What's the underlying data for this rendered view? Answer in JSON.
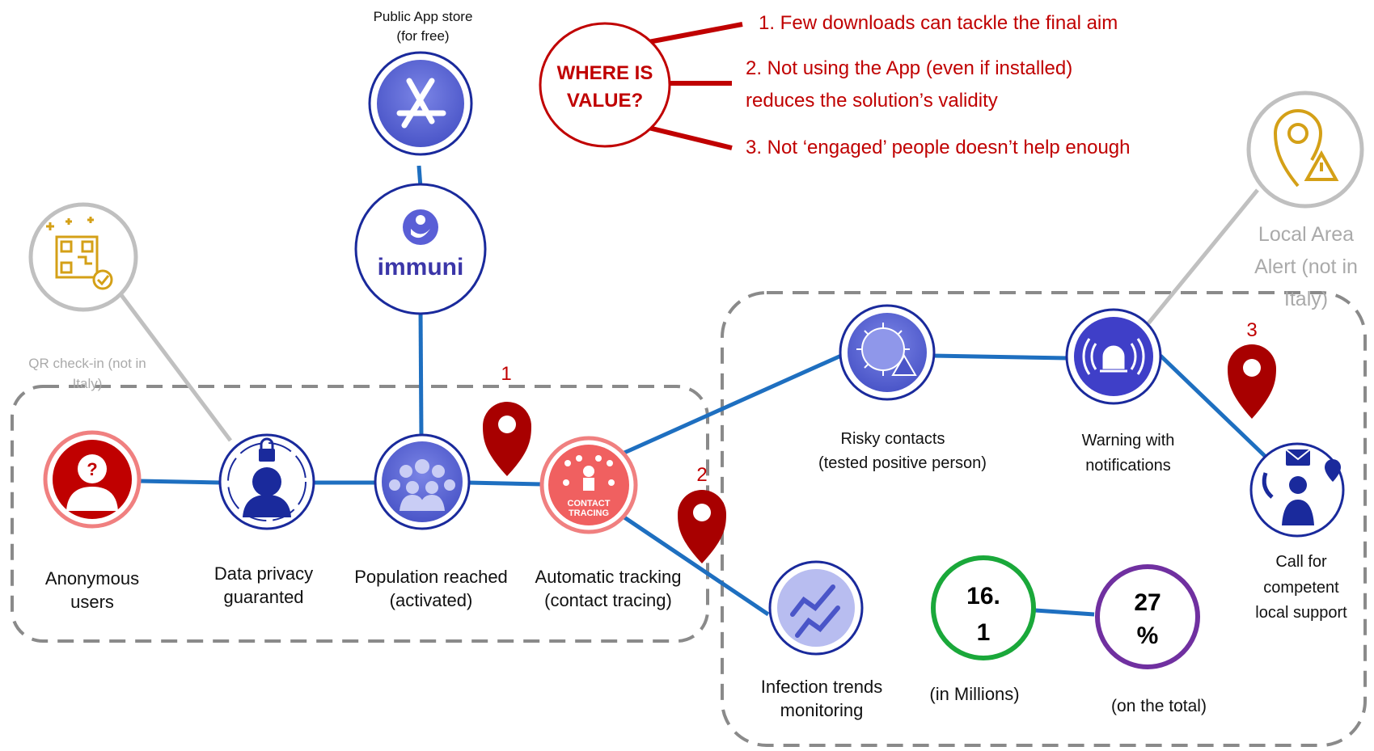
{
  "store": {
    "title_line1": "Public App store",
    "title_line2": "(for free)"
  },
  "app": {
    "name": "immuni"
  },
  "value_bubble": {
    "line1": "WHERE IS",
    "line2": "VALUE?"
  },
  "value_points": [
    {
      "line1": "1. Few downloads can tackle the final aim",
      "line2": ""
    },
    {
      "line1": "2. Not using the App (even if installed)",
      "line2": "reduces the solution’s validity"
    },
    {
      "line1": "3. Not ‘engaged’ people doesn’t help enough",
      "line2": ""
    }
  ],
  "qr": {
    "line1": "QR check-in (not in",
    "line2": "Italy)"
  },
  "local_alert": {
    "line1": "Local Area",
    "line2": "Alert (not in",
    "line3": "Italy)"
  },
  "markers": [
    {
      "label": "1"
    },
    {
      "label": "2"
    },
    {
      "label": "3"
    }
  ],
  "flow": {
    "anonymous": {
      "line1": "Anonymous",
      "line2": "users"
    },
    "privacy": {
      "line1": "Data privacy",
      "line2": "guaranted"
    },
    "population": {
      "line1": "Population reached",
      "line2": "(activated)"
    },
    "tracking": {
      "line1": "Automatic tracking",
      "line2": "(contact tracing)",
      "badge1": "CONTACT",
      "badge2": "TRACING"
    },
    "risky": {
      "line1": "Risky contacts",
      "line2": "(tested positive person)"
    },
    "warning": {
      "line1": "Warning with",
      "line2": "notifications"
    },
    "call": {
      "line1": "Call for",
      "line2": "competent",
      "line3": "local support"
    },
    "trends": {
      "line1": "Infection trends",
      "line2": "monitoring"
    }
  },
  "stats": {
    "downloads": {
      "value_line1": "16.",
      "value_line2": "1",
      "caption": "(in Millions)",
      "color": "#1aa83a"
    },
    "share": {
      "value_line1": "27",
      "value_line2": "%",
      "caption": "(on the total)",
      "color": "#7030a0"
    }
  },
  "colors": {
    "connector": "#1e6fc0",
    "accent_red": "#c00000",
    "node_blue": "#1a2a9c",
    "grey": "#c0c0c0",
    "dashed": "#8a8a8a"
  }
}
